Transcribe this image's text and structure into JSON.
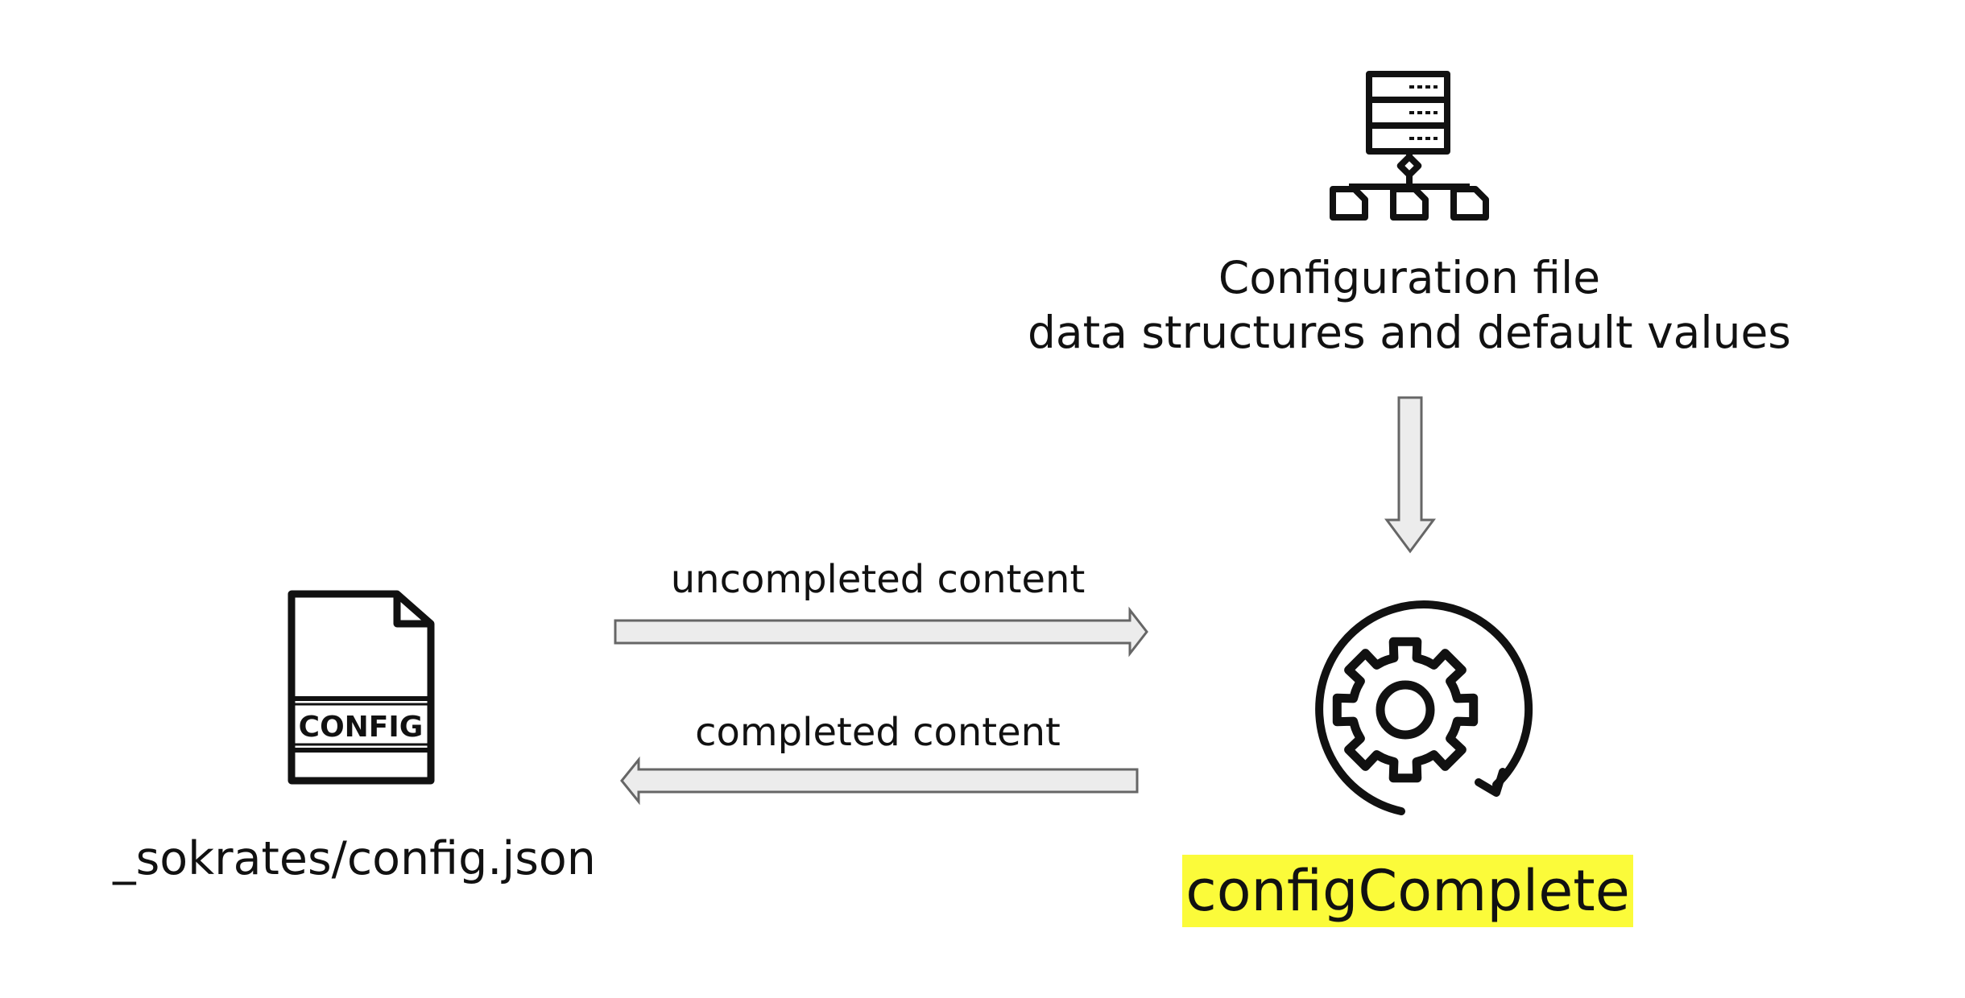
{
  "colors": {
    "highlight": "#fbfb3a",
    "arrow_fill": "#ececec",
    "arrow_stroke": "#666666",
    "icon": "#111111"
  },
  "nodes": {
    "config_file": {
      "icon": "hierarchy-server-icon",
      "title": "Configuration file",
      "subtitle": "data structures and default values"
    },
    "config_json": {
      "icon": "config-document-icon",
      "icon_text": "CONFIG",
      "label": "_sokrates/config.json"
    },
    "config_complete": {
      "icon": "gear-refresh-icon",
      "label": "configComplete"
    }
  },
  "edges": {
    "uncompleted": {
      "label": "uncompleted content"
    },
    "completed": {
      "label": "completed content"
    }
  }
}
